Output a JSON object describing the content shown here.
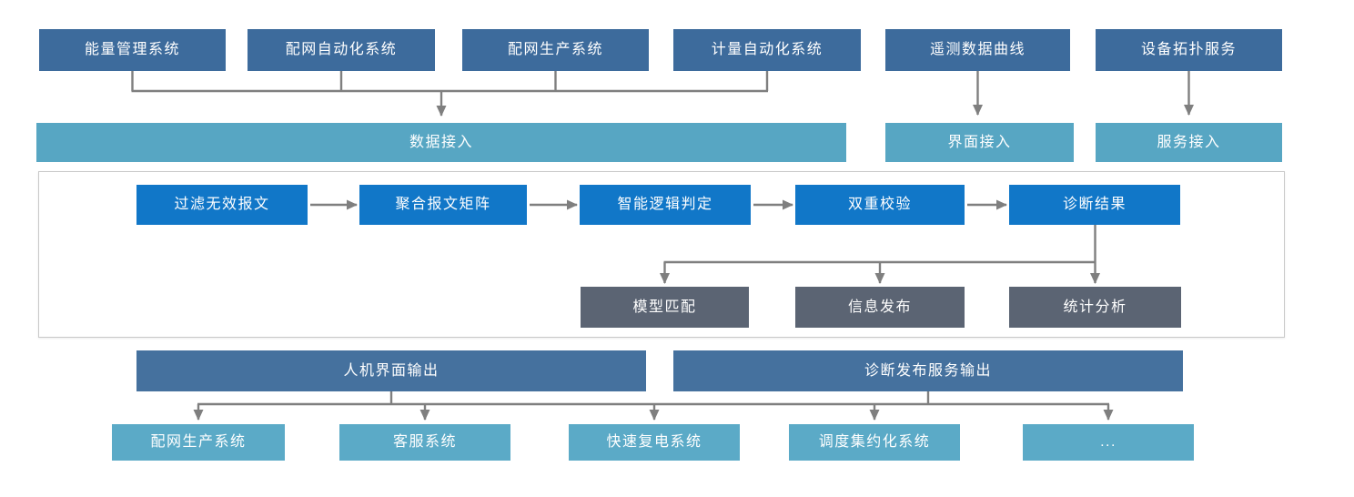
{
  "colors": {
    "steel-blue": "#3d6b9c",
    "header-blue": "#45719e",
    "teal": "#57a6c3",
    "light-teal": "#5baac7",
    "process-blue": "#1177c8",
    "slate-gray": "#5b6473",
    "connector": "#7f7f7f",
    "frame-border": "#c9c9c9",
    "text": "#ffffff"
  },
  "diagram": {
    "source_systems": [
      "能量管理系统",
      "配网自动化系统",
      "配网生产系统",
      "计量自动化系统",
      "遥测数据曲线",
      "设备拓扑服务"
    ],
    "access_nodes": [
      "数据接入",
      "界面接入",
      "服务接入"
    ],
    "process_steps": [
      "过滤无效报文",
      "聚合报文矩阵",
      "智能逻辑判定",
      "双重校验",
      "诊断结果"
    ],
    "analysis_outputs": [
      "模型匹配",
      "信息发布",
      "统计分析"
    ],
    "output_channels": [
      "人机界面输出",
      "诊断发布服务输出"
    ],
    "target_systems": [
      "配网生产系统",
      "客服系统",
      "快速复电系统",
      "调度集约化系统",
      "..."
    ]
  }
}
